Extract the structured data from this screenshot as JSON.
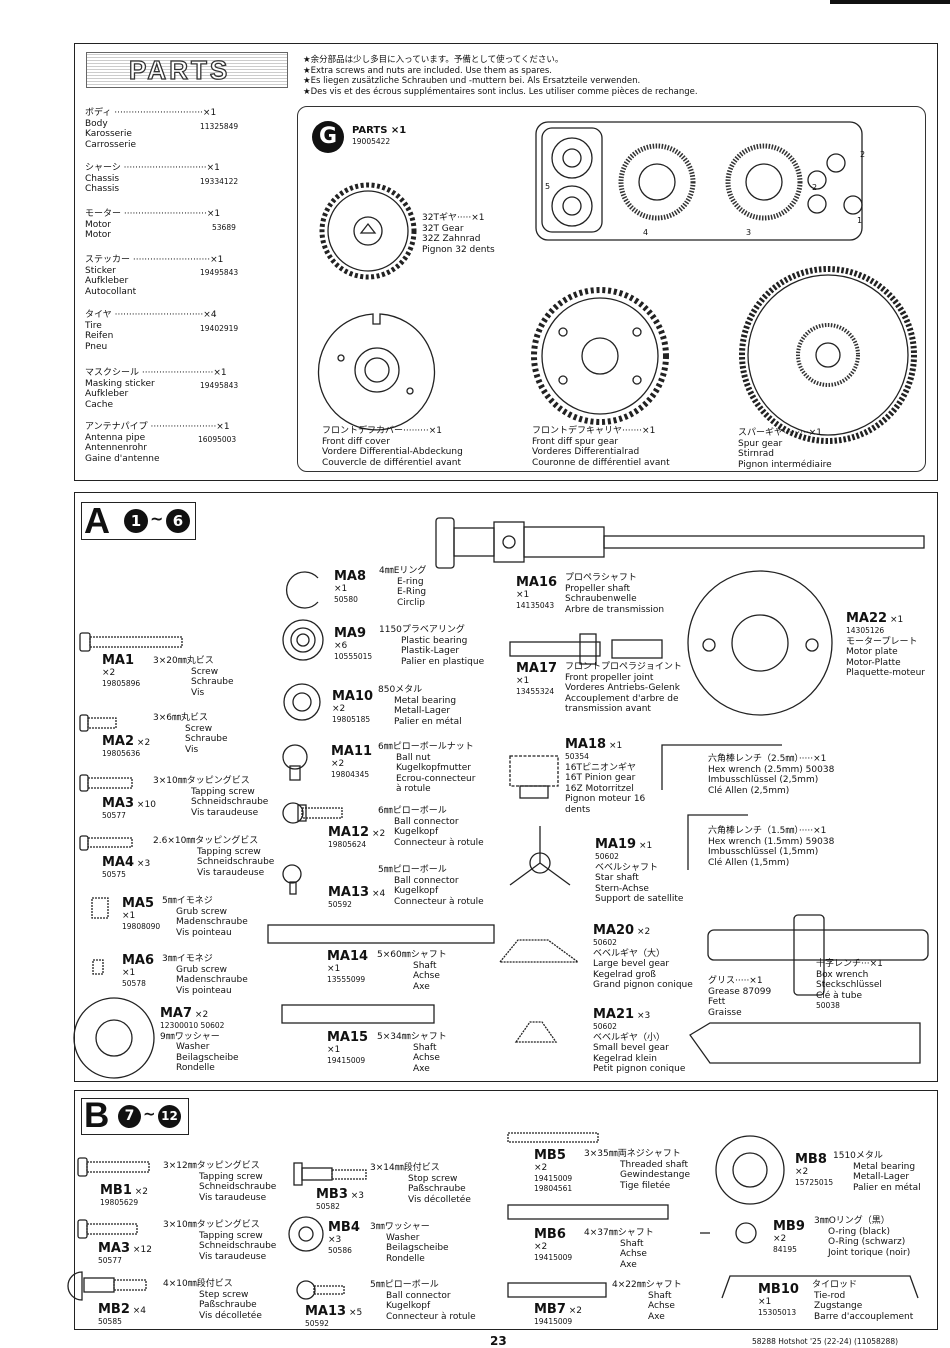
{
  "page_number": "23",
  "footer_right": "58288 Hotshot '25 (22-24) (11058288)",
  "parts_header": {
    "logo": "PARTS",
    "notes": [
      "★余分部品は少し多目に入っています。予備として使ってください。",
      "★Extra screws and nuts are included. Use them as spares.",
      "★Es liegen zusätzliche Schrauben und -muttern bei. Als Ersatzteile verwenden.",
      "★Des vis et des écrous supplémentaires sont inclus. Les utiliser comme pièces de rechange."
    ]
  },
  "parts_list": [
    {
      "jp": "ボディ ·······························×1",
      "en": "Body",
      "de": "Karosserie",
      "fr": "Carrosserie",
      "code": "11325849"
    },
    {
      "jp": "シャーシ ·····························×1",
      "en": "Chassis",
      "de": "Chassis",
      "fr": "",
      "code": "19334122"
    },
    {
      "jp": "モーター ·····························×1",
      "en": "Motor",
      "de": "Motor",
      "fr": "",
      "code": "53689"
    },
    {
      "jp": "ステッカー ···························×1",
      "en": "Sticker",
      "de": "Aufkleber",
      "fr": "Autocollant",
      "code": "19495843"
    },
    {
      "jp": "タイヤ ·······························×4",
      "en": "Tire",
      "de": "Reifen",
      "fr": "Pneu",
      "code": "19402919"
    },
    {
      "jp": "マスクシール ·························×1",
      "en": "Masking sticker",
      "de": "Aufkleber",
      "fr": "Cache",
      "code": "19495843"
    },
    {
      "jp": "アンテナパイプ ·······················×1",
      "en": "Antenna pipe",
      "de": "Antennenrohr",
      "fr": "Gaine d'antenne",
      "code": "16095003"
    }
  ],
  "g_parts": {
    "letter": "G",
    "title": "PARTS ×1",
    "code": "19005422",
    "tree_numbers": [
      "1",
      "2",
      "2",
      "3",
      "4",
      "5"
    ],
    "gear32": [
      "32Tギヤ·····×1",
      "32T Gear",
      "32Z Zahnrad",
      "Pignon 32 dents"
    ],
    "cover": [
      "フロントデフカバー·········×1",
      "Front diff cover",
      "Vordere Differential-Abdeckung",
      "Couvercle de différentiel avant"
    ],
    "carrier": [
      "フロントデフキャリヤ·······×1",
      "Front diff spur gear",
      "Vorderes Differentialrad",
      "Couronne de différentiel avant"
    ],
    "spur": [
      "スパーギヤ·········×1",
      "Spur gear",
      "Stirnrad",
      "Pignon intermédiaire"
    ]
  },
  "bagA": {
    "letter": "A",
    "steps_from": "1",
    "steps_tilde": "~",
    "steps_to": "6",
    "parts": [
      {
        "id": "MA1",
        "qty": "×2",
        "code": "19805896",
        "size": "3×20㎜丸ビス",
        "names": [
          "Screw",
          "Schraube",
          "Vis"
        ]
      },
      {
        "id": "MA2",
        "qty": "×2",
        "code": "19805636",
        "size": "3×6㎜丸ビス",
        "names": [
          "Screw",
          "Schraube",
          "Vis"
        ]
      },
      {
        "id": "MA3",
        "qty": "×10",
        "code": "50577",
        "size": "3×10㎜タッピングビス",
        "names": [
          "Tapping screw",
          "Schneidschraube",
          "Vis taraudeuse"
        ]
      },
      {
        "id": "MA4",
        "qty": "×3",
        "code": "50575",
        "size": "2.6×10㎜タッピングビス",
        "names": [
          "Tapping screw",
          "Schneidschraube",
          "Vis taraudeuse"
        ]
      },
      {
        "id": "MA5",
        "qty": "×1",
        "code": "19808090",
        "size": "5㎜イモネジ",
        "names": [
          "Grub screw",
          "Madenschraube",
          "Vis pointeau"
        ]
      },
      {
        "id": "MA6",
        "qty": "×1",
        "code": "50578",
        "size": "3㎜イモネジ",
        "names": [
          "Grub screw",
          "Madenschraube",
          "Vis pointeau"
        ]
      },
      {
        "id": "MA7",
        "qty": "×2",
        "code": "12300010  50602",
        "size": "9㎜ワッシャー",
        "names": [
          "Washer",
          "Beilagscheibe",
          "Rondelle"
        ]
      },
      {
        "id": "MA8",
        "qty": "×1",
        "code": "50580",
        "size": "4㎜Eリング",
        "names": [
          "E-ring",
          "E-Ring",
          "Circlip"
        ]
      },
      {
        "id": "MA9",
        "qty": "×6",
        "code": "10555015",
        "size": "1150プラベアリング",
        "names": [
          "Plastic bearing",
          "Plastik-Lager",
          "Palier en plastique"
        ]
      },
      {
        "id": "MA10",
        "qty": "×2",
        "code": "19805185",
        "size": "850メタル",
        "names": [
          "Metal bearing",
          "Metall-Lager",
          "Palier en métal"
        ]
      },
      {
        "id": "MA11",
        "qty": "×2",
        "code": "19804345",
        "size": "6㎜ピローボールナット",
        "names": [
          "Ball nut",
          "Kugelkopfmutter",
          "Ecrou-connecteur",
          "à rotule"
        ]
      },
      {
        "id": "MA12",
        "qty": "×2",
        "code": "19805624",
        "size": "6㎜ピローボール",
        "names": [
          "Ball connector",
          "Kugelkopf",
          "Connecteur à rotule"
        ]
      },
      {
        "id": "MA13",
        "qty": "×4",
        "code": "50592",
        "size": "5㎜ピローボール",
        "names": [
          "Ball connector",
          "Kugelkopf",
          "Connecteur à rotule"
        ]
      },
      {
        "id": "MA14",
        "qty": "×1",
        "code": "13555099",
        "size": "5×60㎜シャフト",
        "names": [
          "Shaft",
          "Achse",
          "Axe"
        ]
      },
      {
        "id": "MA15",
        "qty": "×1",
        "code": "19415009",
        "size": "5×34㎜シャフト",
        "names": [
          "Shaft",
          "Achse",
          "Axe"
        ]
      },
      {
        "id": "MA16",
        "qty": "×1",
        "code": "14135043",
        "size": "プロペラシャフト",
        "names": [
          "Propeller shaft",
          "Schraubenwelle",
          "Arbre de transmission"
        ]
      },
      {
        "id": "MA17",
        "qty": "×1",
        "code": "13455324",
        "size": "フロントプロペラジョイント",
        "names": [
          "Front propeller joint",
          "Vorderes Antriebs-Gelenk",
          "Accouplement d'arbre de",
          "transmission avant"
        ]
      },
      {
        "id": "MA18",
        "qty": "×1",
        "code": "50354",
        "size": "16Tピニオンギヤ",
        "names": [
          "16T Pinion gear",
          "16Z Motorritzel",
          "Pignon moteur 16",
          "dents"
        ]
      },
      {
        "id": "MA19",
        "qty": "×1",
        "code": "50602",
        "size": "ベベルシャフト",
        "names": [
          "Star shaft",
          "Stern-Achse",
          "Support de satellite"
        ]
      },
      {
        "id": "MA20",
        "qty": "×2",
        "code": "50602",
        "size": "ベベルギヤ（大）",
        "names": [
          "Large bevel gear",
          "Kegelrad groß",
          "Grand pignon conique"
        ]
      },
      {
        "id": "MA21",
        "qty": "×3",
        "code": "50602",
        "size": "ベベルギヤ（小）",
        "names": [
          "Small bevel gear",
          "Kegelrad klein",
          "Petit pignon conique"
        ]
      },
      {
        "id": "MA22",
        "qty": "×1",
        "code": "14305126",
        "size": "モータープレート",
        "names": [
          "Motor plate",
          "Motor-Platte",
          "Plaquette-moteur"
        ]
      }
    ],
    "tools": {
      "hex25": [
        "六角棒レンチ（2.5㎜）·····×1",
        "Hex wrench (2.5mm)   50038",
        "Imbusschlüssel (2,5mm)",
        "Clé Allen (2,5mm)"
      ],
      "hex15": [
        "六角棒レンチ（1.5㎜）·····×1",
        "Hex wrench (1.5mm)   59038",
        "Imbusschlüssel (1,5mm)",
        "Clé Allen (1,5mm)"
      ],
      "cross": [
        "十字レンチ···×1",
        "Box wrench",
        "Steckschlüssel",
        "Clé à tube",
        "50038"
      ],
      "grease": [
        "グリス·····×1",
        "Grease  87099",
        "Fett",
        "Graisse"
      ]
    }
  },
  "bagB": {
    "letter": "B",
    "steps_from": "7",
    "steps_tilde": "~",
    "steps_to": "12",
    "parts": [
      {
        "id": "MB1",
        "qty": "×2",
        "code": "19805629",
        "size": "3×12㎜タッピングビス",
        "names": [
          "Tapping screw",
          "Schneidschraube",
          "Vis taraudeuse"
        ]
      },
      {
        "id": "MA3",
        "qty": "×12",
        "code": "50577",
        "size": "3×10㎜タッピングビス",
        "names": [
          "Tapping screw",
          "Schneidschraube",
          "Vis taraudeuse"
        ]
      },
      {
        "id": "MB2",
        "qty": "×4",
        "code": "50585",
        "size": "4×10㎜段付ビス",
        "names": [
          "Step screw",
          "Paßschraube",
          "Vis décolletée"
        ]
      },
      {
        "id": "MB3",
        "qty": "×3",
        "code": "50582",
        "size": "3×14㎜段付ビス",
        "names": [
          "Stop screw",
          "Paßschraube",
          "Vis décolletée"
        ]
      },
      {
        "id": "MB4",
        "qty": "×3",
        "code": "50586",
        "size": "3㎜ワッシャー",
        "names": [
          "Washer",
          "Beilagscheibe",
          "Rondelle"
        ]
      },
      {
        "id": "MA13",
        "qty": "×5",
        "code": "50592",
        "size": "5㎜ピローボール",
        "names": [
          "Ball connector",
          "Kugelkopf",
          "Connecteur à rotule"
        ]
      },
      {
        "id": "MB5",
        "qty": "×2",
        "code": "19415009  19804561",
        "size": "3×35㎜両ネジシャフト",
        "names": [
          "Threaded shaft",
          "Gewindestange",
          "Tige filetée"
        ]
      },
      {
        "id": "MB6",
        "qty": "×2",
        "code": "19415009",
        "size": "4×37㎜シャフト",
        "names": [
          "Shaft",
          "Achse",
          "Axe"
        ]
      },
      {
        "id": "MB7",
        "qty": "×2",
        "code": "19415009",
        "size": "4×22㎜シャフト",
        "names": [
          "Shaft",
          "Achse",
          "Axe"
        ]
      },
      {
        "id": "MB8",
        "qty": "×2",
        "code": "15725015",
        "size": "1510メタル",
        "names": [
          "Metal bearing",
          "Metall-Lager",
          "Palier en métal"
        ]
      },
      {
        "id": "MB9",
        "qty": "×2",
        "code": "84195",
        "size": "3㎜Oリング（黒）",
        "names": [
          "O-ring (black)",
          "O-Ring (schwarz)",
          "Joint torique (noir)"
        ]
      },
      {
        "id": "MB10",
        "qty": "×1",
        "code": "15305013",
        "size": "タイロッド",
        "names": [
          "Tie-rod",
          "Zugstange",
          "Barre d'accouplement"
        ]
      }
    ]
  }
}
